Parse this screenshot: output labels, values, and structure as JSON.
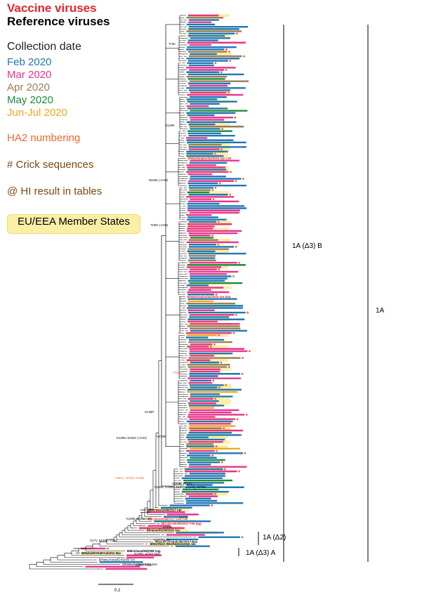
{
  "legend": {
    "vaccine": {
      "label": "Vaccine viruses",
      "color": "#e8242c"
    },
    "reference": {
      "label": "Reference viruses",
      "color": "#000000"
    },
    "collection_title": "Collection date",
    "dates": [
      {
        "label": "Feb 2020",
        "color": "#1f77b4"
      },
      {
        "label": "Mar 2020",
        "color": "#e6338c"
      },
      {
        "label": "Apr 2020",
        "color": "#9b7b52"
      },
      {
        "label": "May 2020",
        "color": "#1a8c3c"
      },
      {
        "label": "Jun-Jul 2020",
        "color": "#f2a51c"
      }
    ],
    "ha2": {
      "label": "HA2 numbering",
      "color": "#f0672a"
    },
    "crick": {
      "label": "# Crick sequences",
      "color": "#7a4a12"
    },
    "hi": {
      "label": "@ HI result in tables",
      "color": "#7a4a12"
    },
    "member_states": {
      "label": "EU/EEA Member States",
      "highlight": "#fbeea6"
    }
  },
  "clades": {
    "c1": "1A (Δ3) B",
    "c2": "1A",
    "c3": "1A (Δ2)",
    "c4": "1A (Δ3) A"
  },
  "scale": "0.2",
  "tree": {
    "rows": 245,
    "vaccine_strain_labels": [
      "B/Washington/02/2019 Jan Cell",
      "B/Washington/02/2019 Jan Egg",
      "B/Colorado/06/2017 Feb Cell",
      "B/Colorado/06/2017 Feb Egg"
    ],
    "reference_strain_labels": [
      "B/Norway/2409/2017 Apr",
      "B/Ireland/3154/2016 Jan",
      "B/Northern Westfalen/1/2016 Jan",
      "B/Brisbane/60/2008 Aug",
      "B/Malta/NIV636714/2011 Mar",
      "B/Hong Kong/514/2009 Oct",
      "B/Malaysia/2506/2004 Dec",
      "B/South Australia/81/2012 Nov"
    ],
    "mutation_labels": [
      "T73K",
      "E128K",
      "N233K (-CHO)",
      "T199I (-CHO)",
      "T201A",
      "G133R",
      "D129N, N233S (-CHO)",
      "K270R",
      "V252L, A276V, K143E",
      "N150K, G184E, N197D (-CHO), R279K",
      "V220M, P241Q",
      "V177I",
      "K136E, Δ(162-164)",
      "V117I",
      "N126K",
      "K349R",
      "D129G, Δ(162-163)",
      "I180V, T210I",
      "I117V, N129D, V146I"
    ]
  }
}
